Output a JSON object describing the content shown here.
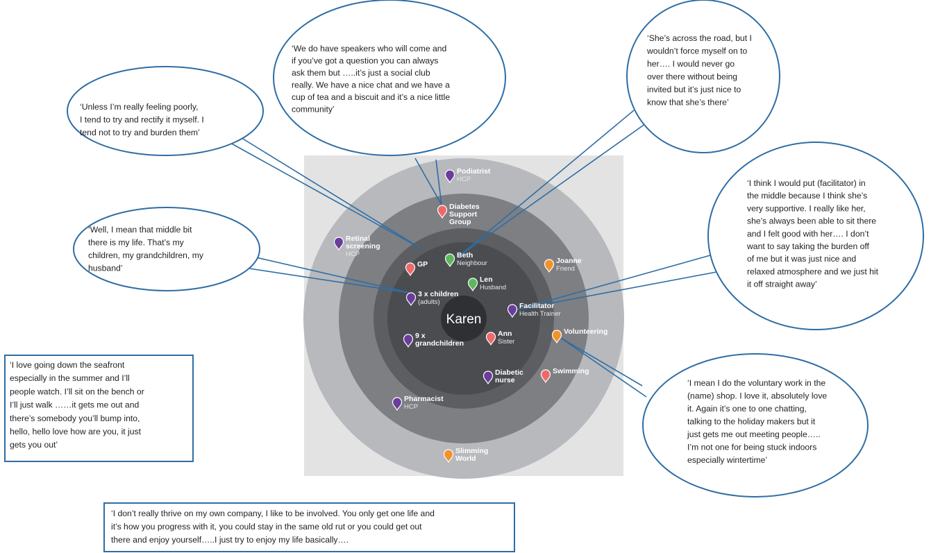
{
  "center": {
    "name": "Karen"
  },
  "colors": {
    "outer_square": "#e3e3e3",
    "ring_outer": "#b7b9bc",
    "ring_2": "#7d7f83",
    "ring_3": "#5c5e62",
    "ring_inner": "#4a4c50",
    "center": "#2f3034",
    "callout_stroke": "#2e6da4",
    "purple": "#6a3d9a",
    "red": "#ee6a6a",
    "green": "#5cb85c",
    "orange": "#f0932b"
  },
  "nodes": [
    {
      "label": "Podiatrist",
      "sub": "HCP",
      "color": "purple",
      "icon": "map-pin-icon"
    },
    {
      "label": "Diabetes\nSupport\nGroup",
      "sub": "",
      "color": "red",
      "icon": "map-pin-icon"
    },
    {
      "label": "Retinal\nscreening",
      "sub": "HCP",
      "color": "purple",
      "icon": "map-pin-icon"
    },
    {
      "label": "Beth",
      "sub": "Neighbour",
      "color": "green",
      "icon": "map-pin-icon"
    },
    {
      "label": "GP",
      "sub": "",
      "color": "red",
      "icon": "map-pin-icon"
    },
    {
      "label": "Joanne",
      "sub": "Friend",
      "color": "orange",
      "icon": "map-pin-icon"
    },
    {
      "label": "Len",
      "sub": "Husband",
      "color": "green",
      "icon": "map-pin-icon"
    },
    {
      "label": "3 x children",
      "sub": "(adults)",
      "color": "purple",
      "icon": "map-pin-icon"
    },
    {
      "label": "Facilitator",
      "sub": "Health Trainer",
      "color": "purple",
      "icon": "map-pin-icon"
    },
    {
      "label": "Volunteering",
      "sub": "",
      "color": "orange",
      "icon": "map-pin-icon"
    },
    {
      "label": "Ann",
      "sub": "Sister",
      "color": "red",
      "icon": "map-pin-icon"
    },
    {
      "label": "9 x\ngrandchildren",
      "sub": "",
      "color": "purple",
      "icon": "map-pin-icon"
    },
    {
      "label": "Diabetic\nnurse",
      "sub": "",
      "color": "purple",
      "icon": "map-pin-icon"
    },
    {
      "label": "Swimming",
      "sub": "",
      "color": "red",
      "icon": "map-pin-icon"
    },
    {
      "label": "Pharmacist",
      "sub": "HCP",
      "color": "purple",
      "icon": "map-pin-icon"
    },
    {
      "label": "Slimming\nWorld",
      "sub": "",
      "color": "orange",
      "icon": "map-pin-icon"
    }
  ],
  "quotes": {
    "speakers": [
      "‘We do have speakers who will come and",
      "if you’ve got a question you can always",
      "ask them but …..it’s just a social club",
      "really. We have a nice chat and we have a",
      "cup of tea and a biscuit and it’s a nice little",
      "community’"
    ],
    "road": [
      "‘She’s across the road, but I",
      "wouldn’t force myself on to",
      "her…. I would never go",
      "over there without being",
      "invited but it’s just nice to",
      "know that she’s there’"
    ],
    "poorly": [
      "‘Unless I’m really feeling poorly,",
      "I tend to try and rectify it myself. I",
      "tend not to try and burden them’"
    ],
    "facilitator": [
      "‘I think I would put (facilitator) in",
      "the middle because I think she’s",
      "very supportive. I really like her,",
      "she’s always been able to sit there",
      "and I felt good with her…. I don’t",
      "want to say taking the burden off",
      "of me but it was just nice and",
      "relaxed atmosphere and we just hit",
      "it off straight away’"
    ],
    "middle": [
      "‘Well, I mean that middle bit",
      "there is my life. That’s my",
      "children, my grandchildren, my",
      "husband’"
    ],
    "seafront": [
      "‘I love going down the seafront",
      "especially in the summer and I’ll",
      "people watch.  I’ll sit on the bench or",
      "I’ll just walk ……it gets me out and",
      "there’s somebody you’ll bump into,",
      "hello, hello love how are you,  it just",
      "gets you out’"
    ],
    "voluntary": [
      "‘I mean I do the voluntary work in the",
      "(name) shop. I love it, absolutely love",
      "it. Again it’s one to one chatting,",
      "talking to the holiday makers but it",
      "just gets me out meeting people…..",
      "I’m not one for being stuck indoors",
      "especially wintertime’"
    ],
    "thrive": [
      "‘I don’t really thrive on my own company, I like to be involved. You only get one life and",
      "it’s how you progress with it, you could stay in the same old rut or you could get out",
      "there and enjoy yourself…..I just try to enjoy my life basically…."
    ]
  }
}
